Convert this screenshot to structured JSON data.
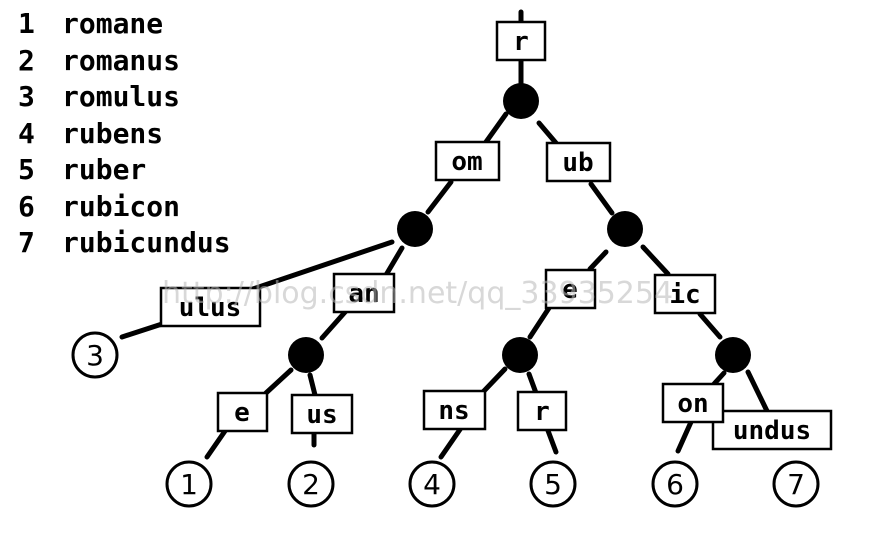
{
  "words": [
    {
      "num": "1",
      "word": "romane"
    },
    {
      "num": "2",
      "word": "romanus"
    },
    {
      "num": "3",
      "word": "romulus"
    },
    {
      "num": "4",
      "word": "rubens"
    },
    {
      "num": "5",
      "word": "ruber"
    },
    {
      "num": "6",
      "word": "rubicon"
    },
    {
      "num": "7",
      "word": "rubicundus"
    }
  ],
  "edge_labels": {
    "root": "r",
    "om": "om",
    "ub": "ub",
    "ulus": "ulus",
    "an": "an",
    "e_left": "e",
    "us": "us",
    "e_right": "e",
    "ic": "ic",
    "ns": "ns",
    "r": "r",
    "on": "on",
    "undus": "undus"
  },
  "leaves": {
    "l1": "1",
    "l2": "2",
    "l3": "3",
    "l4": "4",
    "l5": "5",
    "l6": "6",
    "l7": "7"
  },
  "watermark": "http://blog.csdn.net/qq_33935254",
  "colors": {
    "ink": "#000000",
    "node": "#000000",
    "watermark": "#b8b8b8"
  }
}
